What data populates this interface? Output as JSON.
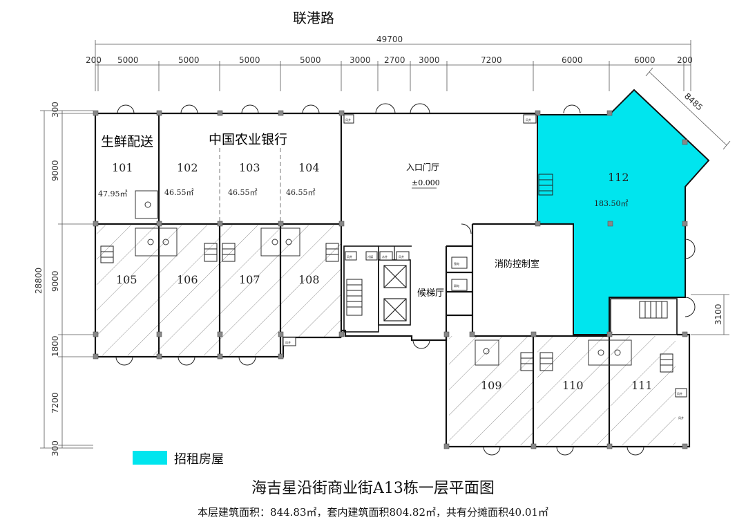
{
  "street": "联港路",
  "dims": {
    "total_width": "49700",
    "top": [
      "200",
      "5000",
      "5000",
      "5000",
      "5000",
      "3000",
      "2700",
      "3000",
      "7200",
      "6000",
      "6000",
      "200"
    ],
    "left_total": "28800",
    "left": [
      "300",
      "9000",
      "9000",
      "1800",
      "7200",
      "300"
    ],
    "right": "3100",
    "diag": "8485"
  },
  "rooms": [
    {
      "num": "101",
      "label": "生鲜配送",
      "area": "47.95㎡"
    },
    {
      "num": "102",
      "area": "46.55㎡"
    },
    {
      "num": "103",
      "area": "46.55㎡"
    },
    {
      "num": "104",
      "area": "46.55㎡"
    },
    {
      "num": "105"
    },
    {
      "num": "106"
    },
    {
      "num": "107"
    },
    {
      "num": "108"
    },
    {
      "num": "109"
    },
    {
      "num": "110"
    },
    {
      "num": "111"
    },
    {
      "num": "112",
      "area": "183.50㎡"
    }
  ],
  "bank_label": "中国农业银行",
  "lobby": {
    "label": "入口门厅",
    "level": "±0.000"
  },
  "elevator_hall": "候梯厅",
  "fire_control": "消防控制室",
  "small_labels": {
    "well1": "风井",
    "well2": "风井",
    "well3": "风井",
    "well4": "风井",
    "well5": "风井",
    "strong": "强电",
    "weak": "弱电",
    "cold": "冷媒",
    "water": "水井",
    "wind": "风井",
    "wind2": "风井"
  },
  "legend": {
    "label": "招租房屋",
    "color": "#00E5EE"
  },
  "title": "海吉星沿街商业街A13栋一层平面图",
  "subtitle": "本层建筑面积：844.83㎡，套内建筑面积804.82㎡，共有分摊面积40.01㎡",
  "colors": {
    "rent": "#00E5EE",
    "wall": "#111111",
    "column": "#888888",
    "dim": "#555555"
  }
}
